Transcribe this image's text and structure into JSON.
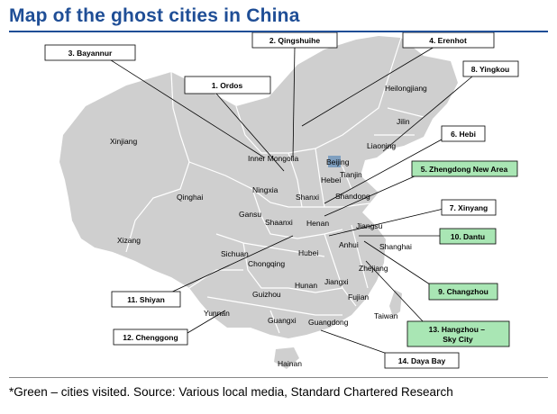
{
  "title": "Map of the ghost cities in China",
  "footer": "*Green – cities visited. Source: Various local media, Standard Chartered Research",
  "colors": {
    "title": "#1f4e96",
    "land": "#cfcfcf",
    "border": "#ffffff",
    "visited_box": "#a9e6b4",
    "beijing_highlight": "#7f9fbf"
  },
  "provinces": [
    "Xinjiang",
    "Inner Mongolia",
    "Heilongjiang",
    "Jilin",
    "Liaoning",
    "Beijing",
    "Tianjin",
    "Hebei",
    "Ningxia",
    "Shanxi",
    "Shandong",
    "Qinghai",
    "Gansu",
    "Shaanxi",
    "Henan",
    "Jiangsu",
    "Xizang",
    "Anhui",
    "Shanghai",
    "Sichuan",
    "Hubei",
    "Chongqing",
    "Zhejiang",
    "Hunan",
    "Jiangxi",
    "Guizhou",
    "Fujian",
    "Yunnan",
    "Taiwan",
    "Guangxi",
    "Guangdong",
    "Hainan"
  ],
  "cities": [
    {
      "label": "1. Ordos",
      "visited": false
    },
    {
      "label": "2. Qingshuihe",
      "visited": false
    },
    {
      "label": "3. Bayannur",
      "visited": false
    },
    {
      "label": "4. Erenhot",
      "visited": false
    },
    {
      "label": "5. Zhengdong New Area",
      "visited": true
    },
    {
      "label": "6. Hebi",
      "visited": false
    },
    {
      "label": "7. Xinyang",
      "visited": false
    },
    {
      "label": "8. Yingkou",
      "visited": false
    },
    {
      "label": "9. Changzhou",
      "visited": true
    },
    {
      "label": "10. Dantu",
      "visited": true
    },
    {
      "label": "11. Shiyan",
      "visited": false
    },
    {
      "label": "12. Chenggong",
      "visited": false
    },
    {
      "label": "13. Hangzhou – Sky City",
      "visited": true
    },
    {
      "label": "14. Daya Bay",
      "visited": false
    }
  ]
}
